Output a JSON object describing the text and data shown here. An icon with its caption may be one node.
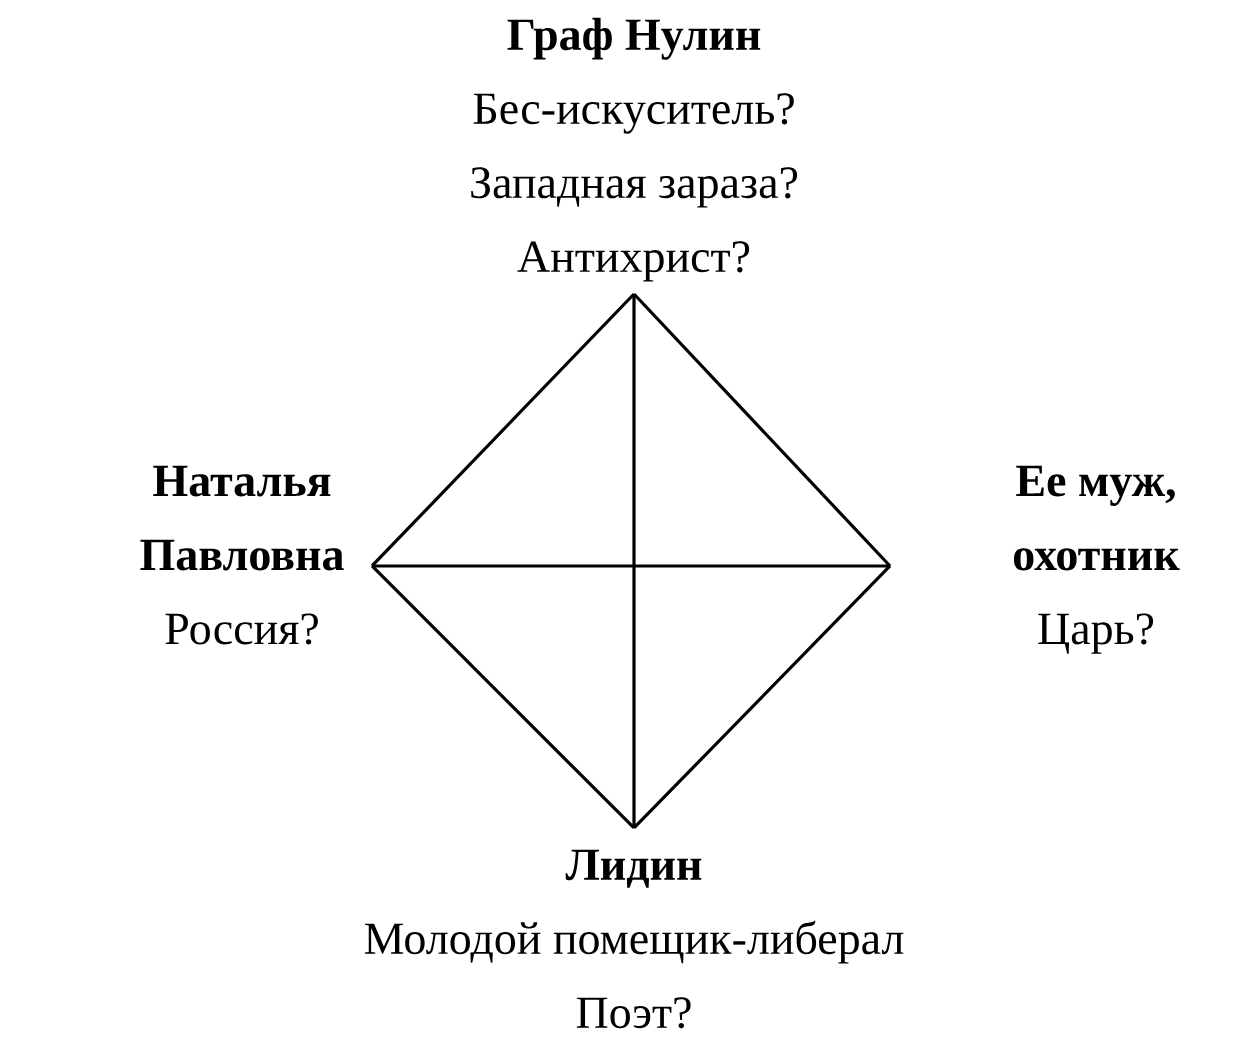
{
  "diagram": {
    "nodes": [
      {
        "text": [
          "Граф Нулин",
          "Бес-искуситель?",
          "Западная зараза?",
          "Антихрист?"
        ]
      },
      {
        "text": [
          "Наталья Павловна",
          "Россия?"
        ]
      },
      {
        "text": [
          "Ее муж, охотник",
          "Царь?"
        ]
      },
      {
        "text": [
          "Лидин",
          "Молодой помещик-либерал",
          "Поэт?"
        ]
      }
    ],
    "edges": [
      {
        "from": 0,
        "to": 2,
        "arrow": "none"
      },
      {
        "from": 2,
        "to": 3,
        "arrow": "none"
      },
      {
        "from": 3,
        "to": 1,
        "arrow": "none"
      },
      {
        "from": 1,
        "to": 0,
        "arrow": "none"
      },
      {
        "from": 0,
        "to": 3,
        "arrow": "none"
      },
      {
        "from": 1,
        "to": 2,
        "arrow": "none"
      }
    ]
  }
}
